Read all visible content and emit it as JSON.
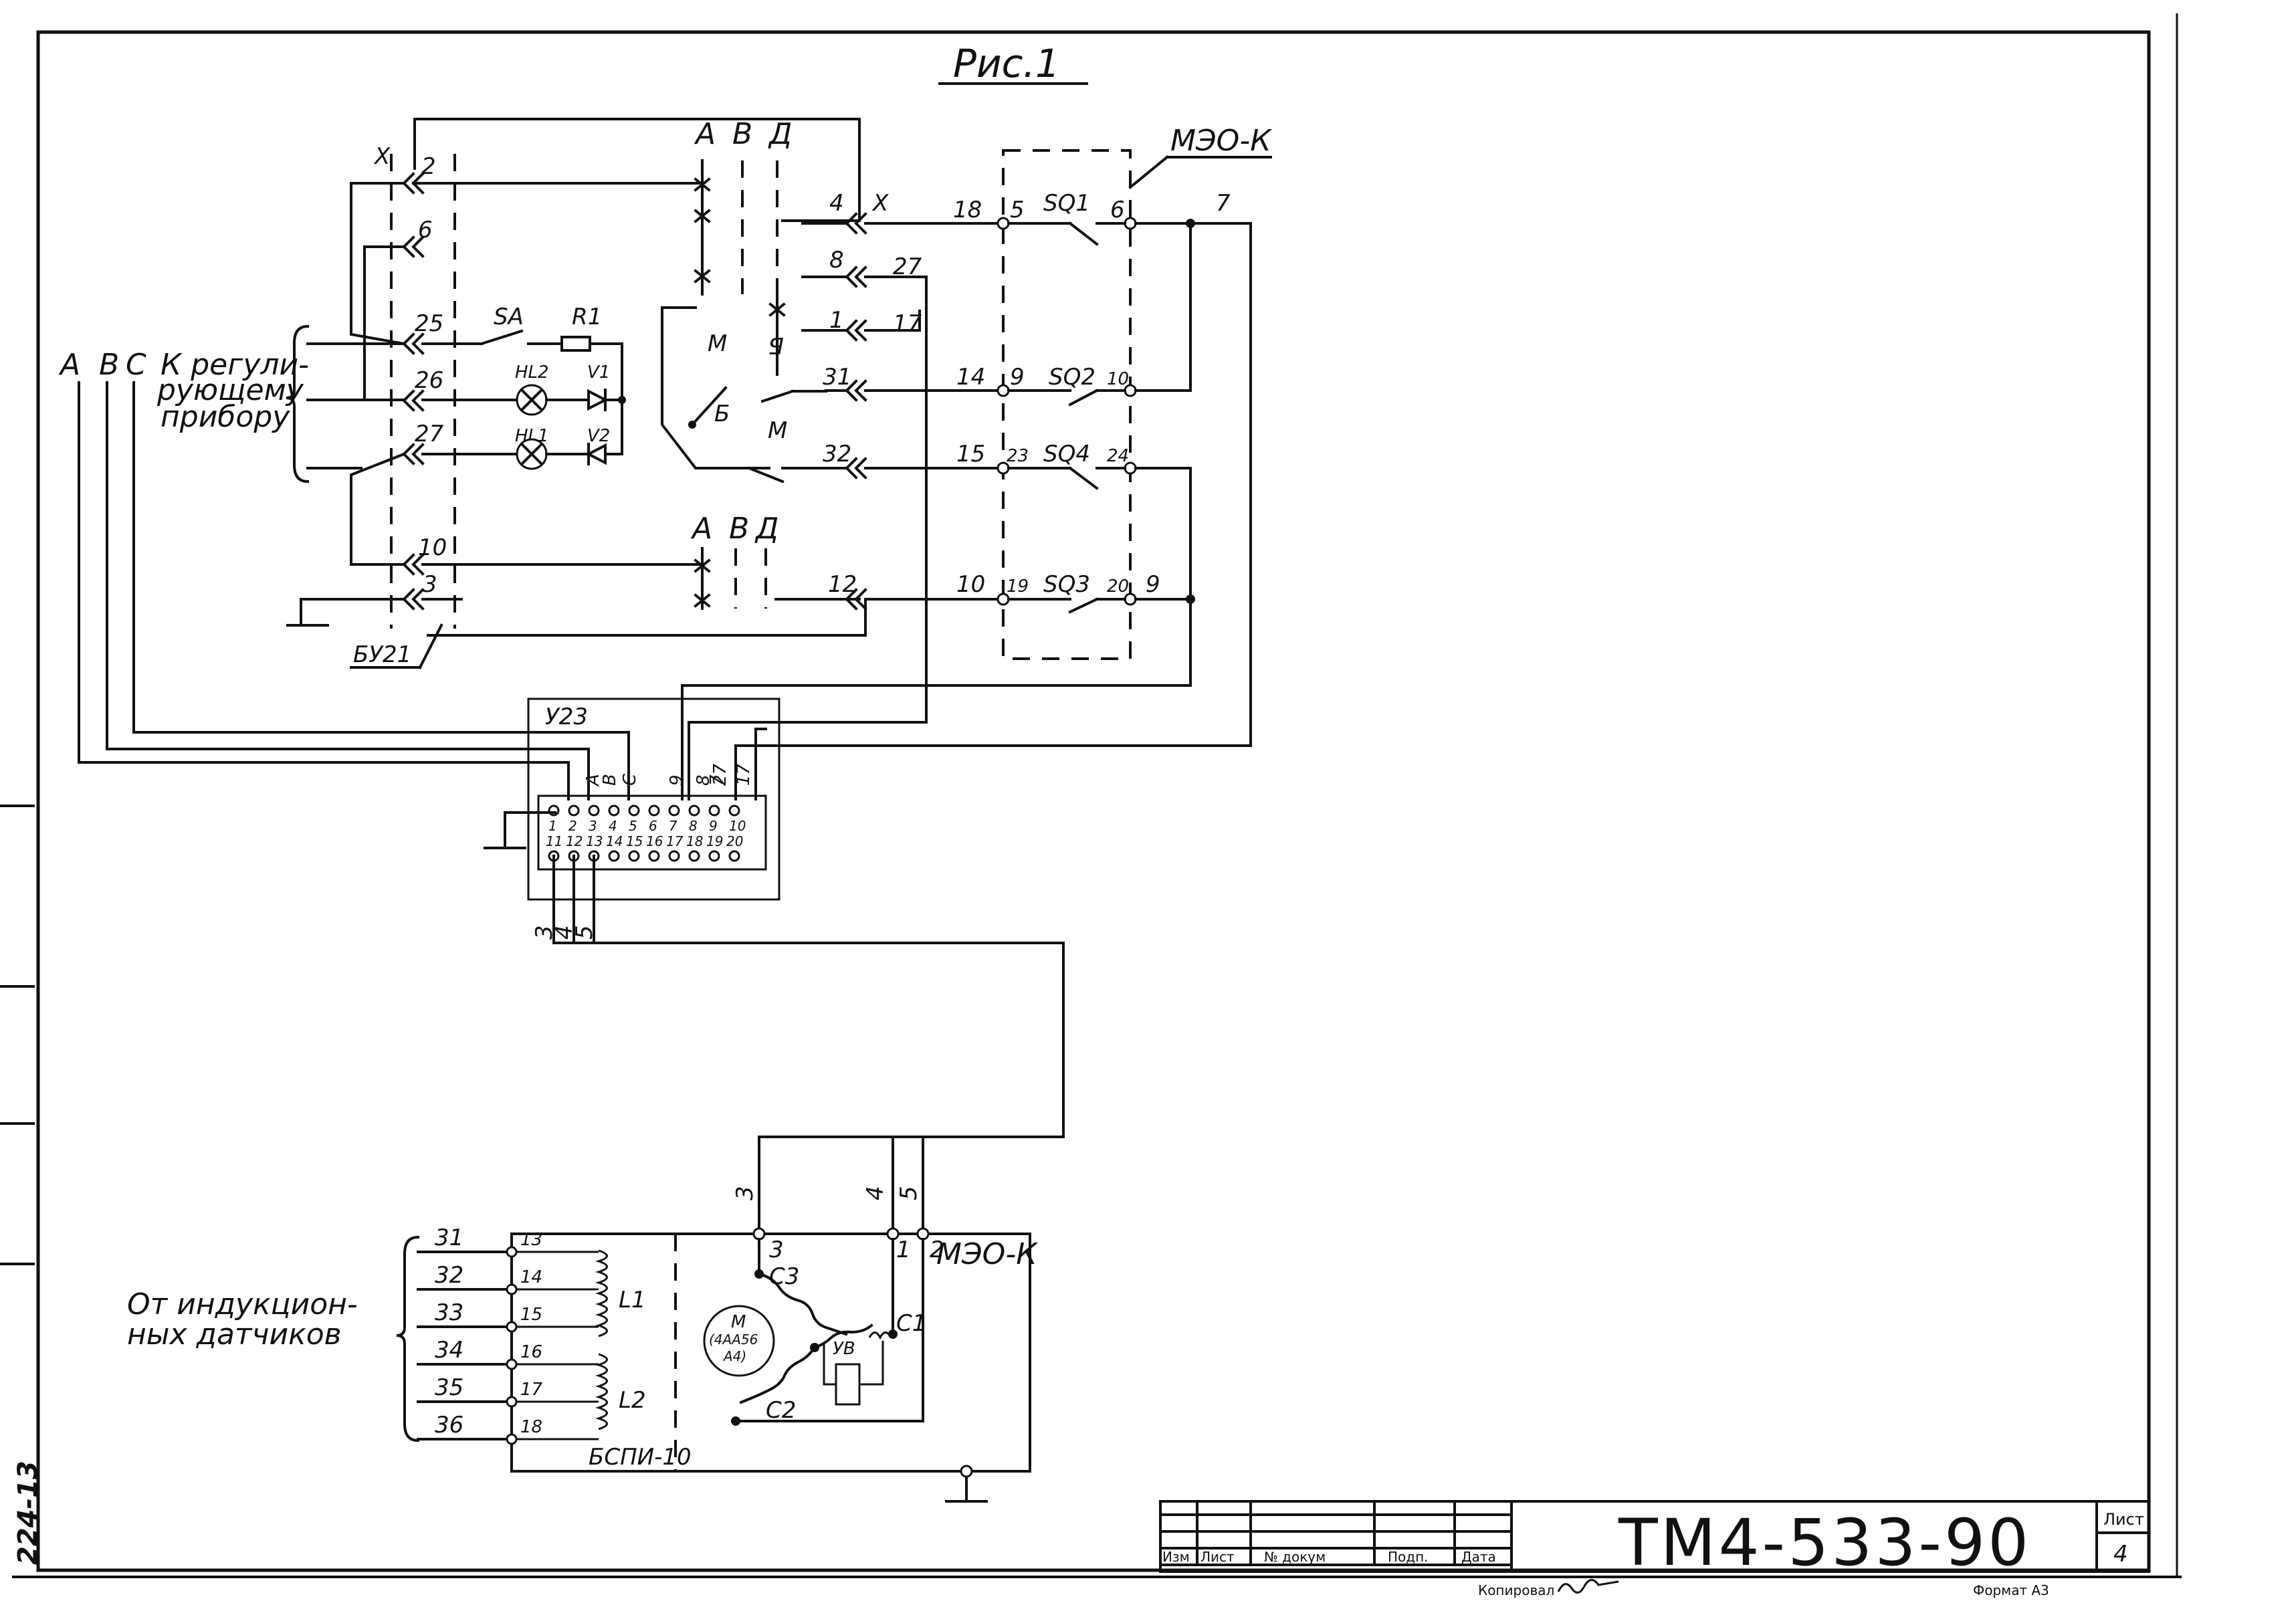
{
  "figure": {
    "title": "Рис.1"
  },
  "meo_top": {
    "label": "МЭО-К"
  },
  "meo_bottom": {
    "label": "МЭО-К"
  },
  "bu21": {
    "label": "БУ21"
  },
  "u23": {
    "label": "У23"
  },
  "bspi": {
    "label": "БСПИ-10"
  },
  "phase_labels": {
    "a": "А",
    "b": "В",
    "c": "С"
  },
  "regulator_note": {
    "line1": "К регули-",
    "line2": "рующему",
    "line3": "прибору"
  },
  "sensors_note": {
    "line1": "От индукцион-",
    "line2": "ных датчиков"
  },
  "left_terminals": {
    "x": "Х",
    "t2": "2",
    "t6": "6",
    "t25": "25",
    "t26": "26",
    "t27": "27",
    "t10": "10",
    "t3": "3"
  },
  "components": {
    "sa": "SA",
    "r1": "R1",
    "hl2": "HL2",
    "hl1": "HL1",
    "v1": "V1",
    "v2": "V2",
    "m": "М",
    "b": "Б"
  },
  "contact_top": {
    "a": "А",
    "v": "В",
    "d": "Д"
  },
  "contact_bottom": {
    "a": "А",
    "v": "В",
    "d": "Д"
  },
  "right_terminals": {
    "t4": "4",
    "x": "Х",
    "t8": "8",
    "t1": "1",
    "t31": "31",
    "t32": "32",
    "t12": "12"
  },
  "wires": {
    "w18": "18",
    "w27": "27",
    "w17": "17",
    "w14": "14",
    "w15": "15",
    "w10": "10",
    "w7": "7",
    "w9": "9"
  },
  "switches": {
    "sq1": {
      "name": "SQ1",
      "left": "5",
      "right": "6"
    },
    "sq2": {
      "name": "SQ2",
      "left": "9",
      "right": "10"
    },
    "sq4": {
      "name": "SQ4",
      "left": "23",
      "right": "24"
    },
    "sq3": {
      "name": "SQ3",
      "left": "19",
      "right": "20"
    }
  },
  "connector": {
    "top_row": [
      "1",
      "2",
      "3",
      "4",
      "5",
      "6",
      "7",
      "8",
      "9",
      "10"
    ],
    "bottom_row": [
      "11",
      "12",
      "13",
      "14",
      "15",
      "16",
      "17",
      "18",
      "19",
      "20"
    ],
    "wire_labels": [
      "А",
      "В",
      "С",
      "9",
      "8",
      "27",
      "7",
      "17"
    ],
    "out_labels": [
      "3",
      "4",
      "5"
    ]
  },
  "cable": {
    "w3": "3",
    "w4": "4",
    "w5": "5"
  },
  "motor": {
    "t3": "3",
    "t1": "1",
    "t2": "2",
    "c3": "С3",
    "c1": "С1",
    "c2": "С2",
    "m_line1": "М",
    "m_line2": "(4АА56",
    "m_line3": "А4)",
    "brake": "УВ"
  },
  "sensor_rows": [
    {
      "wire": "31",
      "term": "13"
    },
    {
      "wire": "32",
      "term": "14"
    },
    {
      "wire": "33",
      "term": "15"
    },
    {
      "wire": "34",
      "term": "16"
    },
    {
      "wire": "35",
      "term": "17"
    },
    {
      "wire": "36",
      "term": "18"
    }
  ],
  "coils": {
    "l1": "L1",
    "l2": "L2"
  },
  "title_block": {
    "doc_code": "ТМ4-533-90",
    "sheet_label": "Лист",
    "sheet_number": "4",
    "col_izm": "Изм",
    "col_list": "Лист",
    "col_doc": "№ докум",
    "col_sign": "Подп.",
    "col_date": "Дата",
    "copied": "Копировал",
    "format": "Формат А3"
  },
  "margin_note": "224-13"
}
